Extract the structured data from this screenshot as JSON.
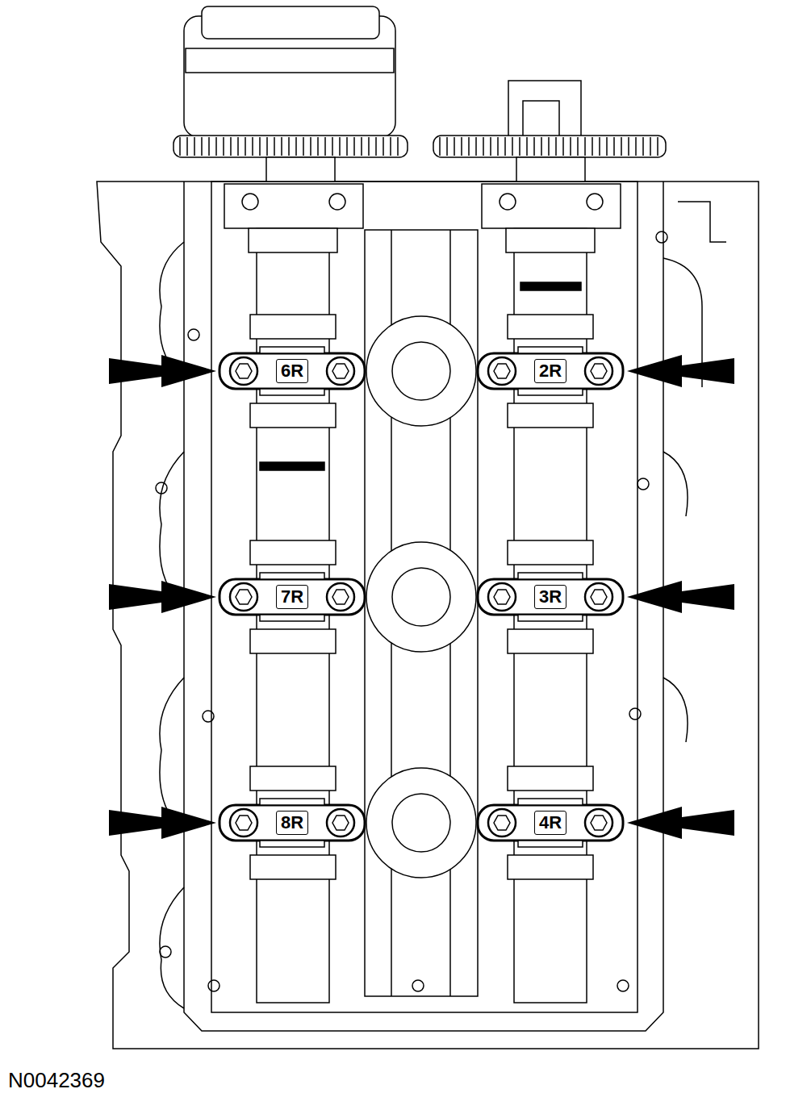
{
  "diagram": {
    "nodes": [
      {
        "text": [
          "6R"
        ]
      },
      {
        "text": [
          "2R"
        ]
      },
      {
        "text": [
          "7R"
        ]
      },
      {
        "text": [
          "3R"
        ]
      },
      {
        "text": [
          "8R"
        ]
      },
      {
        "text": [
          "4R"
        ]
      }
    ],
    "labels": [
      "N0042369"
    ]
  }
}
